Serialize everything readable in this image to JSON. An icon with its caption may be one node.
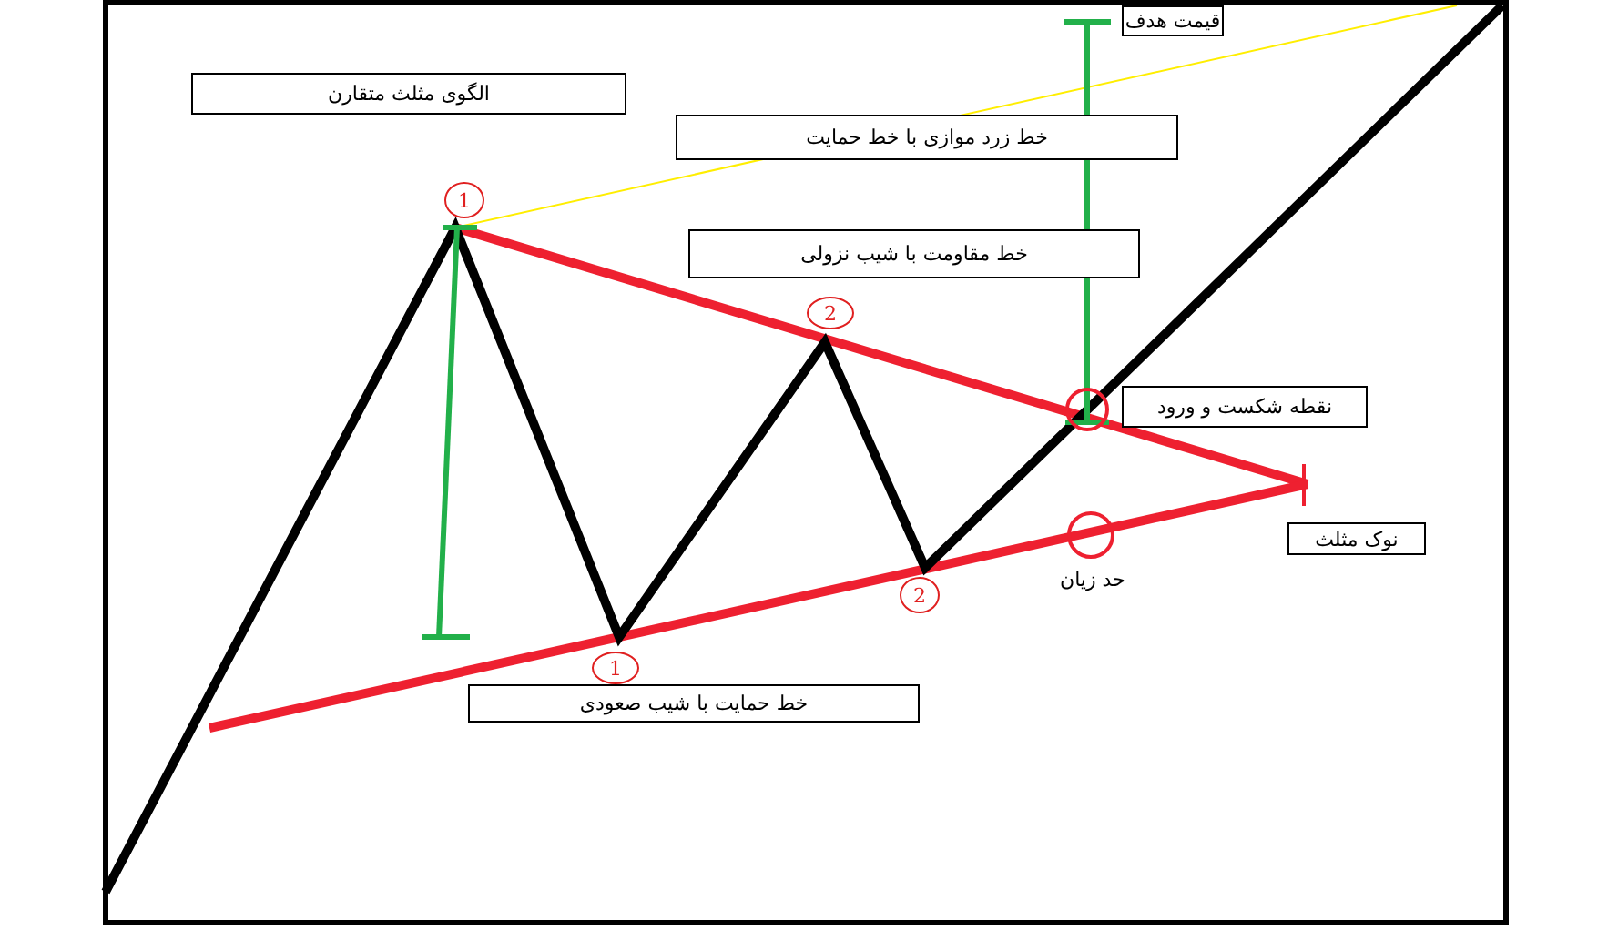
{
  "diagram": {
    "nodes": [
      {
        "text": [
          "الگوی مثلث متقارن"
        ]
      },
      {
        "text": [
          "خط زرد موازی با خط حمایت"
        ]
      },
      {
        "text": [
          "خط مقاومت با شیب نزولی"
        ]
      },
      {
        "text": [
          "قیمت هدف"
        ]
      },
      {
        "text": [
          "نقطه شکست و ورود"
        ]
      },
      {
        "text": [
          "نوک مثلث"
        ]
      },
      {
        "text": [
          "خط حمایت با شیب صعودی"
        ]
      },
      {
        "text": [
          "1"
        ]
      },
      {
        "text": [
          "2"
        ]
      },
      {
        "text": [
          "1"
        ]
      },
      {
        "text": [
          "2"
        ]
      },
      {
        "text": [],
        "shape": "circle"
      },
      {
        "text": [],
        "shape": "circle"
      }
    ],
    "labels": [
      "حد زیان"
    ]
  }
}
